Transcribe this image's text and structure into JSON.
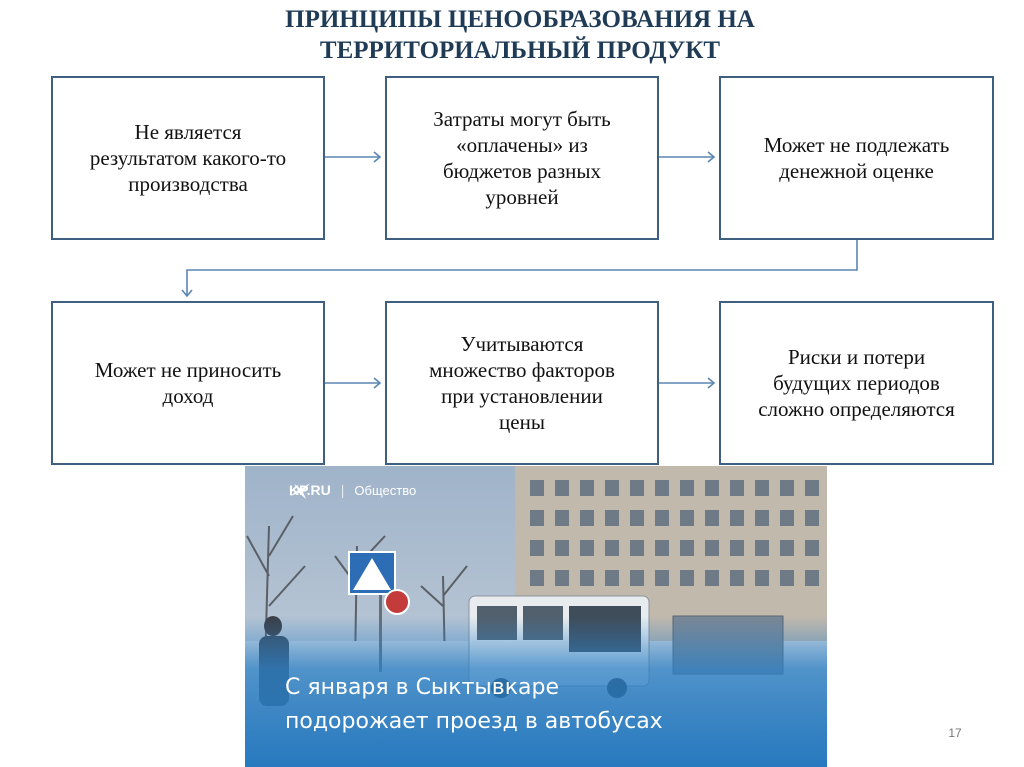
{
  "title": {
    "line1": "ПРИНЦИПЫ ЦЕНООБРАЗОВАНИЯ НА",
    "line2": "ТЕРРИТОРИАЛЬНЫЙ ПРОДУКТ"
  },
  "boxes": [
    {
      "lines": [
        "Не является",
        "результатом какого-то",
        "производства"
      ]
    },
    {
      "lines": [
        "Затраты могут быть",
        "«оплачены» из",
        "бюджетов разных",
        "уровней"
      ]
    },
    {
      "lines": [
        "Может не подлежать",
        "денежной оценке"
      ]
    },
    {
      "lines": [
        "Может не приносить",
        "доход"
      ]
    },
    {
      "lines": [
        "Учитываются",
        "множество факторов",
        "при установлении",
        "цены"
      ]
    },
    {
      "lines": [
        "Риски и потери",
        "будущих периодов",
        "сложно определяются"
      ]
    }
  ],
  "photo": {
    "brand": "KP.RU",
    "separator": "|",
    "section": "Общество",
    "caption_line1": "С января в Сыктывкаре",
    "caption_line2": "подорожает проезд в автобусах"
  },
  "page_number": "17",
  "colors": {
    "title": "#1f3b56",
    "box_border": "#3e5f80",
    "connector": "#5b86b3",
    "caption_bg": "#2c80c5"
  }
}
